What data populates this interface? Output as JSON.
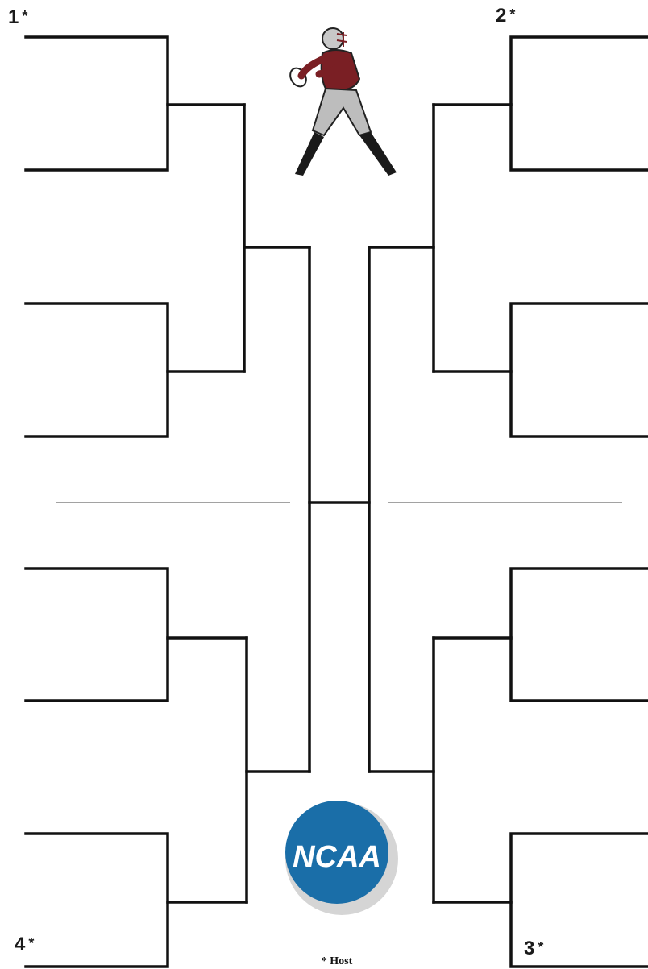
{
  "seeds": [
    {
      "number": "1",
      "mark": "*"
    },
    {
      "number": "2",
      "mark": "*"
    },
    {
      "number": "3",
      "mark": "*"
    },
    {
      "number": "4",
      "mark": "*"
    }
  ],
  "logo": {
    "text": "NCAA",
    "color": "#1a6ea8"
  },
  "footnote": "* Host",
  "colors": {
    "line": "#111111",
    "jersey": "#7a1f24",
    "pants": "#bdbdbd"
  },
  "icons": [
    "football-player-icon",
    "ncaa-logo"
  ]
}
